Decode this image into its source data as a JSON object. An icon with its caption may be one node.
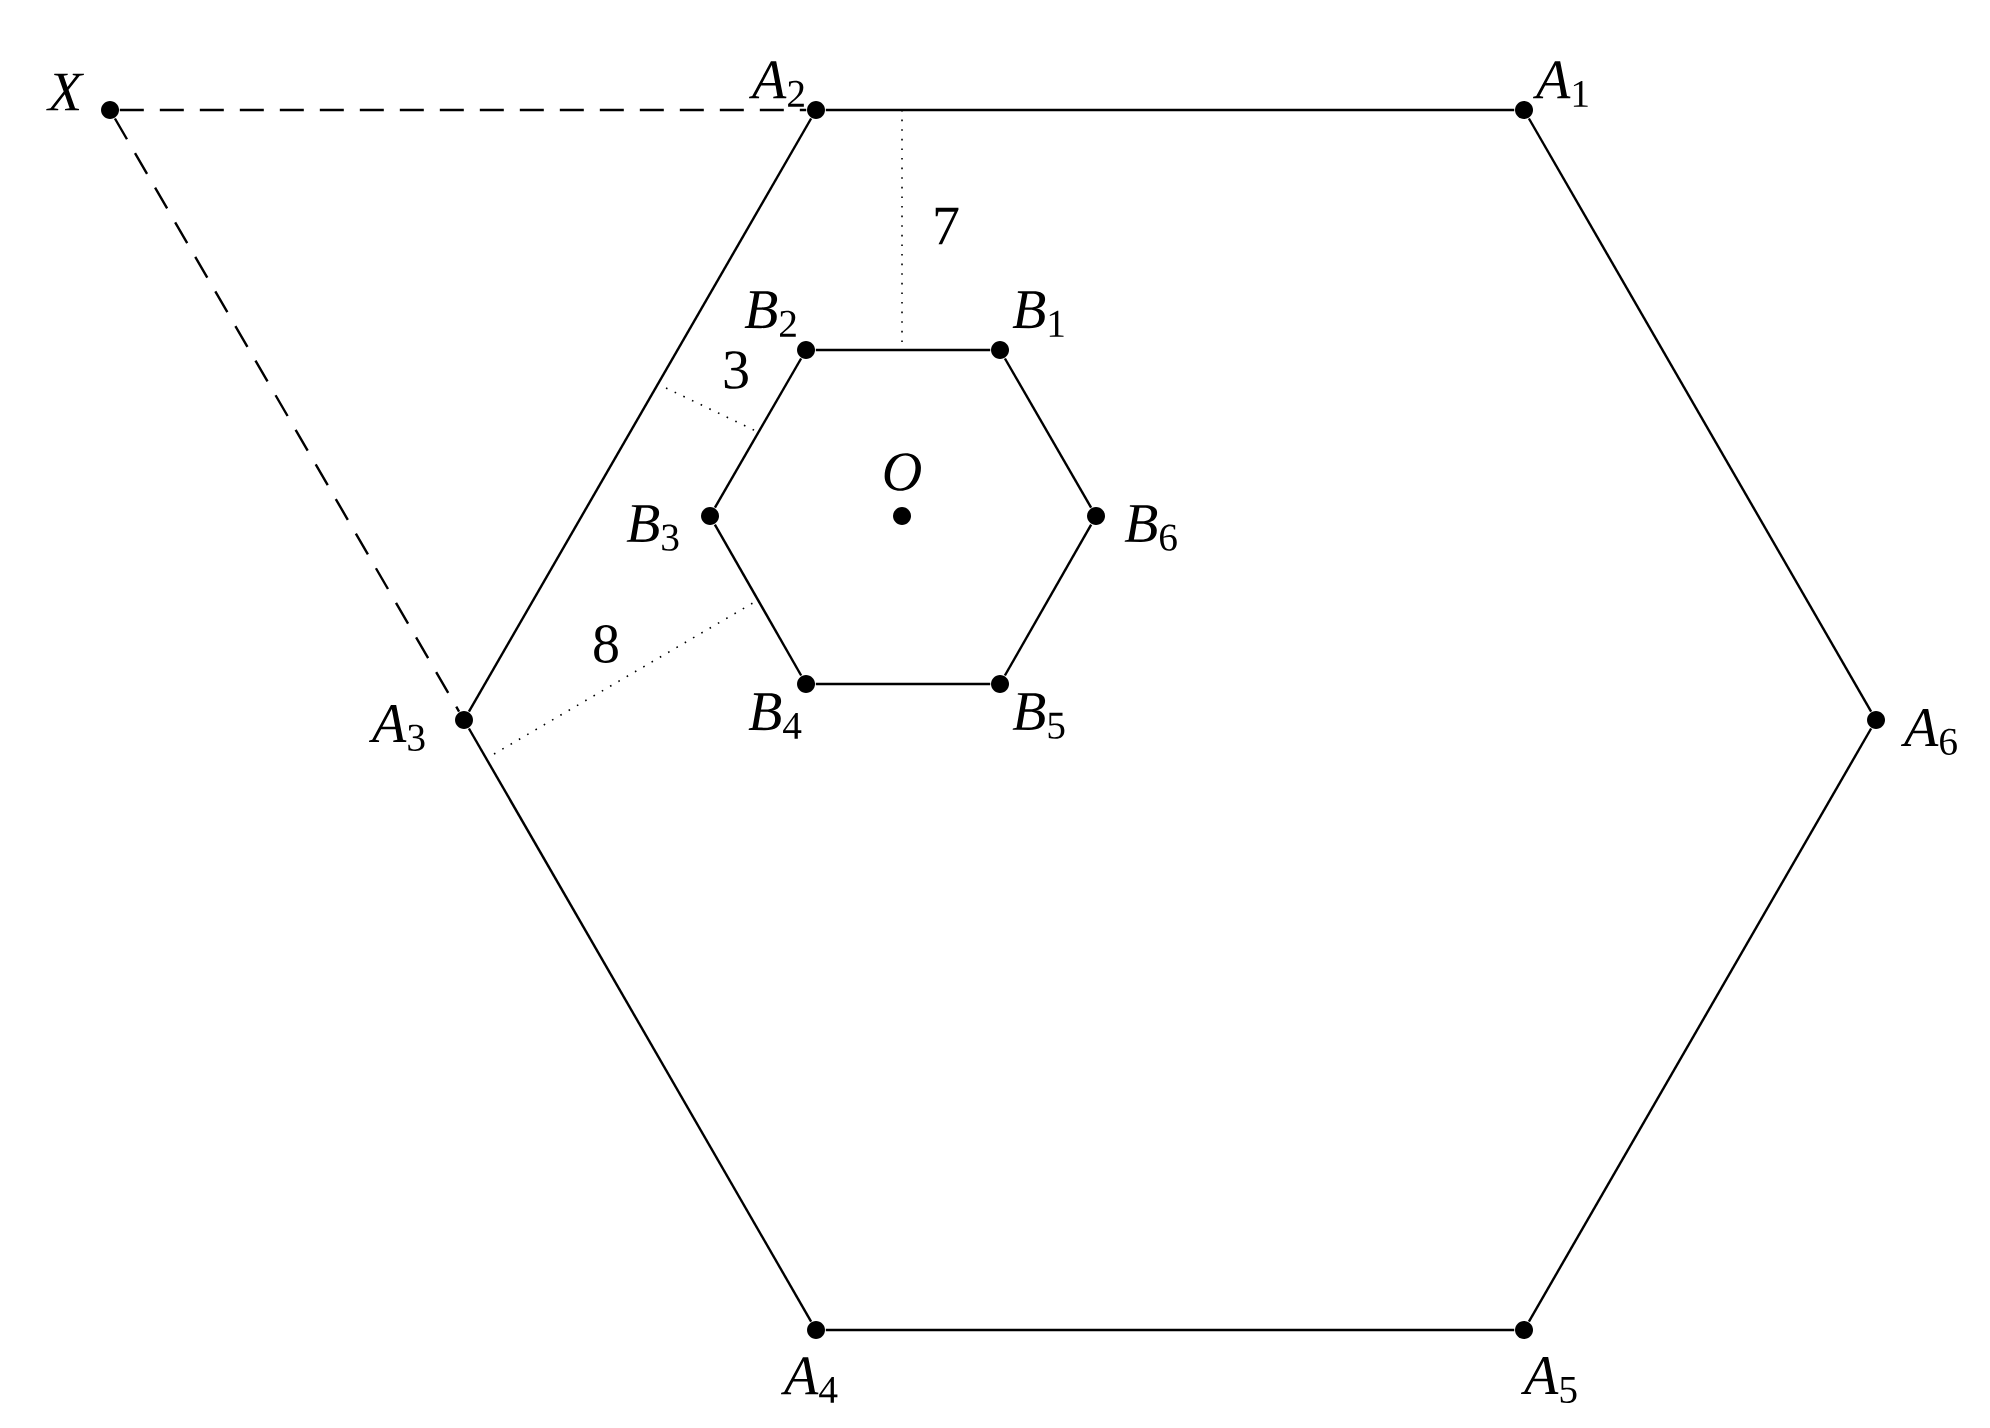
{
  "diagram": {
    "nodes": [
      {
        "text": [
          "*A*$_{1}$"
        ]
      },
      {
        "text": [
          "*A*$_{2}$"
        ]
      },
      {
        "text": [
          "*A*$_{3}$"
        ]
      },
      {
        "text": [
          "*A*$_{4}$"
        ]
      },
      {
        "text": [
          "*A*$_{5}$"
        ]
      },
      {
        "text": [
          "*A*$_{6}$"
        ]
      },
      {
        "text": [
          "*B*$_{1}$"
        ]
      },
      {
        "text": [
          "*B*$_{2}$"
        ]
      },
      {
        "text": [
          "*B*$_{3}$"
        ]
      },
      {
        "text": [
          "*B*$_{4}$"
        ]
      },
      {
        "text": [
          "*B*$_{5}$"
        ]
      },
      {
        "text": [
          "*B*$_{6}$"
        ]
      },
      {
        "text": [
          "*O*"
        ]
      },
      {
        "text": [
          "*X*"
        ]
      }
    ],
    "edges": [
      {
        "from": 0,
        "to": 1,
        "arrow": "none"
      },
      {
        "from": 1,
        "to": 2,
        "arrow": "none"
      },
      {
        "from": 2,
        "to": 3,
        "arrow": "none"
      },
      {
        "from": 3,
        "to": 4,
        "arrow": "none"
      },
      {
        "from": 4,
        "to": 5,
        "arrow": "none"
      },
      {
        "from": 5,
        "to": 0,
        "arrow": "none"
      },
      {
        "from": 6,
        "to": 7,
        "arrow": "none"
      },
      {
        "from": 7,
        "to": 8,
        "arrow": "none"
      },
      {
        "from": 8,
        "to": 9,
        "arrow": "none"
      },
      {
        "from": 9,
        "to": 10,
        "arrow": "none"
      },
      {
        "from": 10,
        "to": 11,
        "arrow": "none"
      },
      {
        "from": 11,
        "to": 6,
        "arrow": "none"
      },
      {
        "from": 13,
        "to": 1,
        "arrow": "none",
        "style": "dashed"
      },
      {
        "from": 13,
        "to": 2,
        "arrow": "none",
        "style": "dashed"
      }
    ],
    "labels": [
      "7",
      "3",
      "8"
    ]
  }
}
